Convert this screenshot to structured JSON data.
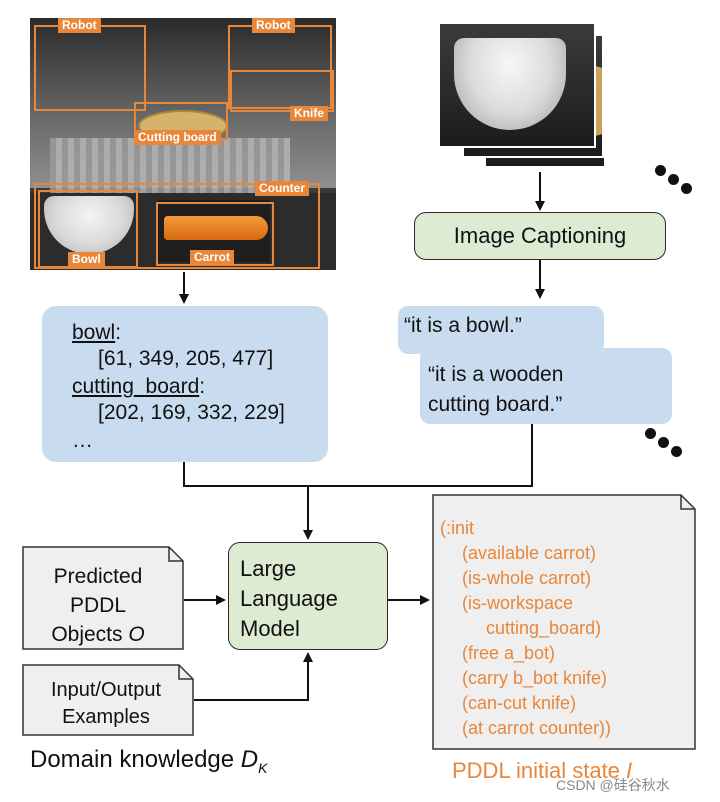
{
  "photo": {
    "labels": {
      "robot_left": "Robot",
      "robot_right": "Robot",
      "knife": "Knife",
      "cutting_board": "Cutting board",
      "counter": "Counter",
      "bowl": "Bowl",
      "carrot": "Carrot"
    }
  },
  "image_captioning": {
    "label": "Image Captioning"
  },
  "captions": [
    "“it is a bowl.”",
    "“it is a wooden",
    "cutting board.”"
  ],
  "knowledge": {
    "bowl_name": "bowl",
    "bowl_colon": ":",
    "bowl_bbox": "[61, 349, 205, 477]",
    "board_name": "cutting_board",
    "board_colon": ":",
    "board_bbox": "[202, 169, 332, 229]",
    "ellipsis": "…"
  },
  "predicted_objects": {
    "line1": "Predicted",
    "line2": "PDDL",
    "line3": "Objects ",
    "symbol": "O"
  },
  "examples": {
    "line1": "Input/Output",
    "line2": "Examples"
  },
  "llm": {
    "line1": "Large",
    "line2": "Language",
    "line3": "Model"
  },
  "pddl_state": [
    "(:init",
    "(available carrot)",
    "(is-whole carrot)",
    "(is-workspace",
    "cutting_board)",
    "(free a_bot)",
    "(carry b_bot knife)",
    "(can-cut knife)",
    "(at carrot counter))"
  ],
  "captions_bottom": {
    "domain_text": "Domain knowledge ",
    "domain_symbol": "D",
    "domain_sub": "K",
    "pddl_text": "PDDL initial state ",
    "pddl_symbol": "I"
  },
  "watermark": "CSDN @硅谷秋水",
  "colors": {
    "accent_orange": "#e8863a",
    "blue_box": "#c9dcef",
    "green_box": "#dcebd2",
    "doc_gray": "#efefef"
  }
}
